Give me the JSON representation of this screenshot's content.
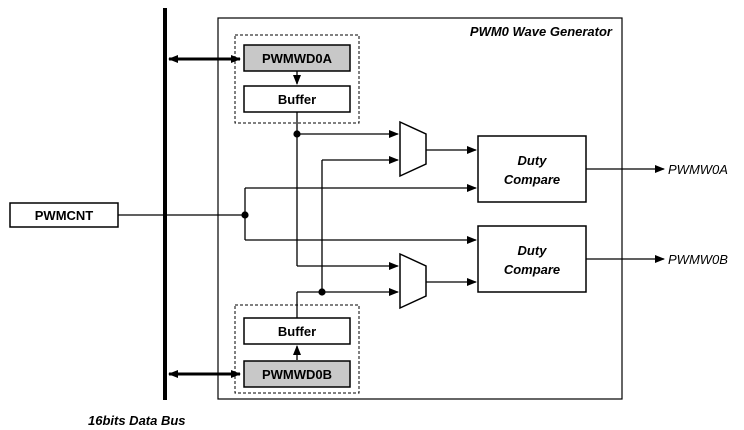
{
  "generator_title": "PWM0 Wave Generator",
  "bus_label": "16bits Data Bus",
  "reg_a": "PWMWD0A",
  "reg_b": "PWMWD0B",
  "buffer_a": "Buffer",
  "buffer_b": "Buffer",
  "counter": "PWMCNT",
  "compare_a": {
    "line1": "Duty",
    "line2": "Compare"
  },
  "compare_b": {
    "line1": "Duty",
    "line2": "Compare"
  },
  "output_a": "PWMW0A",
  "output_b": "PWMW0B"
}
